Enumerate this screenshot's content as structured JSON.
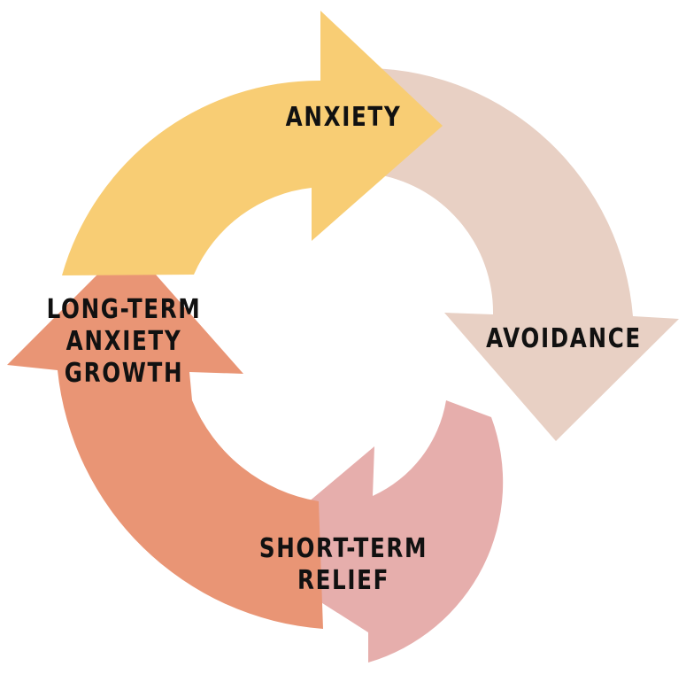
{
  "stages": [
    {
      "id": "anxiety",
      "lines": [
        "ANXIETY"
      ],
      "color": "#F8CD74"
    },
    {
      "id": "avoidance",
      "lines": [
        "AVOIDANCE"
      ],
      "color": "#E8D0C4"
    },
    {
      "id": "short-term-relief",
      "lines": [
        "SHORT-TERM",
        "RELIEF"
      ],
      "color": "#E6AEAC"
    },
    {
      "id": "long-term-anxiety-growth",
      "lines": [
        "LONG-TERM",
        "ANXIETY",
        "GROWTH"
      ],
      "color": "#E99575"
    }
  ]
}
